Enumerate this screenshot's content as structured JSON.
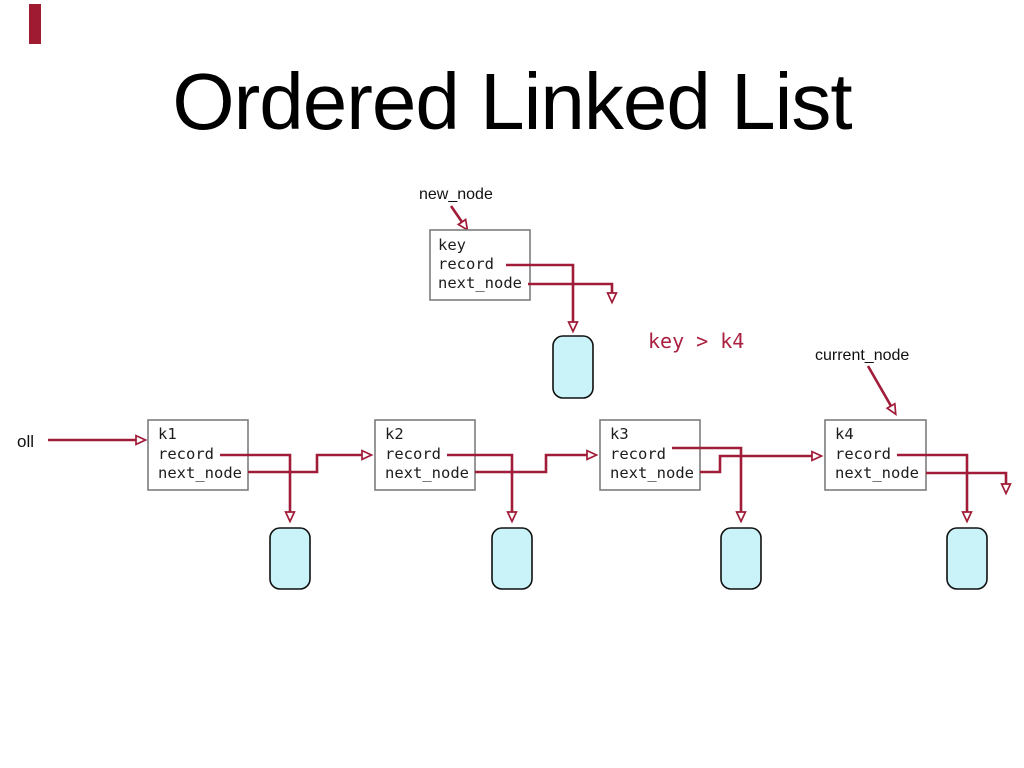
{
  "slide": {
    "title": "Ordered Linked List"
  },
  "labels": {
    "oll": "oll",
    "new_node": "new_node",
    "current_node": "current_node",
    "comparison": "key > k4"
  },
  "new_node": {
    "key": "key",
    "record": "record",
    "next_node": "next_node"
  },
  "nodes": [
    {
      "key": "k1",
      "record": "record",
      "next_node": "next_node"
    },
    {
      "key": "k2",
      "record": "record",
      "next_node": "next_node"
    },
    {
      "key": "k3",
      "record": "record",
      "next_node": "next_node"
    },
    {
      "key": "k4",
      "record": "record",
      "next_node": "next_node"
    }
  ],
  "colors": {
    "arrow": "#a01c38",
    "annotation": "#aa2040",
    "box_border": "#7d7d7d",
    "box_text": "#1c1c1c",
    "record_fill": "#c9f3f8",
    "record_border": "#101010",
    "label": "#101010",
    "corner_bar": "#9e1b32"
  }
}
